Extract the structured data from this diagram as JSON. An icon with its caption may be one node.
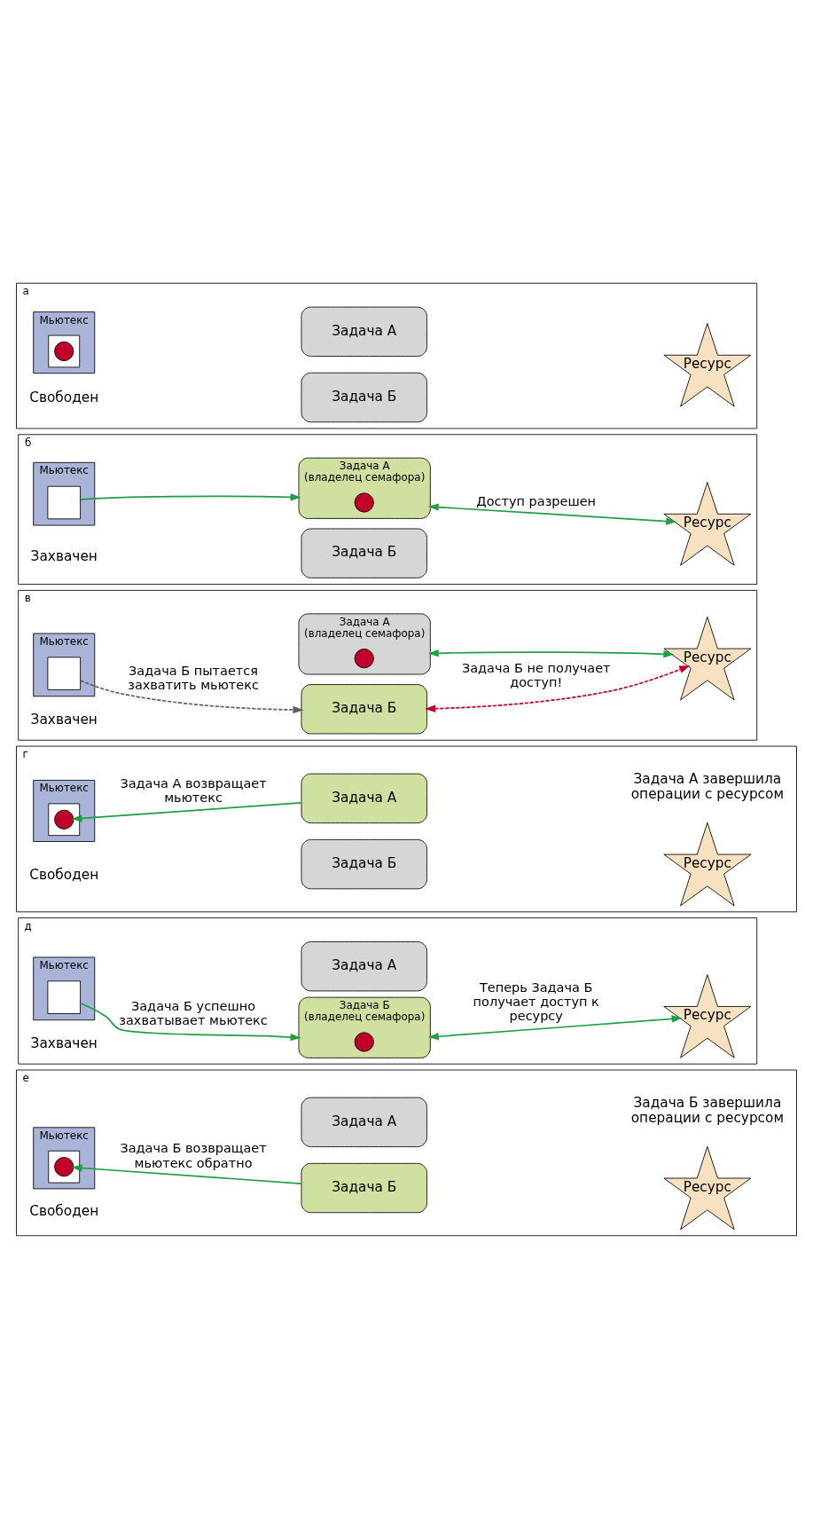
{
  "diagram": {
    "nodes": [
      {
        "text": [
          "а"
        ]
      },
      {
        "text": [
          "Мьютекс"
        ],
        "beside": [
          "Свободен"
        ],
        "in": 0
      },
      {
        "text": [],
        "shape": "box",
        "in": 1
      },
      {
        "text": [],
        "shape": "circle",
        "in": 2
      },
      {
        "text": [
          "Задача А"
        ],
        "in": 0
      },
      {
        "text": [
          "Задача Б"
        ],
        "in": 0
      },
      {
        "text": [
          "Ресурс"
        ],
        "in": 0
      },
      {
        "text": [
          "б"
        ]
      },
      {
        "text": [
          "Мьютекс"
        ],
        "beside": [
          "Захвачен"
        ],
        "in": 7
      },
      {
        "text": [],
        "shape": "box",
        "in": 8
      },
      {
        "text": [
          "Задача А",
          "(владелец семафора)"
        ],
        "in": 7
      },
      {
        "text": [],
        "shape": "circle",
        "in": 10
      },
      {
        "text": [
          "Задача Б"
        ],
        "in": 7
      },
      {
        "text": [
          "Ресурс"
        ],
        "in": 7
      },
      {
        "text": [
          "в"
        ]
      },
      {
        "text": [
          "Мьютекс"
        ],
        "beside": [
          "Захвачен"
        ],
        "in": 14
      },
      {
        "text": [],
        "shape": "box",
        "in": 15
      },
      {
        "text": [
          "Задача А",
          "(владелец семафора)"
        ],
        "in": 14
      },
      {
        "text": [],
        "shape": "circle",
        "in": 17
      },
      {
        "text": [
          "Задача Б"
        ],
        "in": 14
      },
      {
        "text": [
          "Ресурс"
        ],
        "in": 14
      },
      {
        "text": [
          "г"
        ]
      },
      {
        "text": [
          "Мьютекс"
        ],
        "beside": [
          "Свободен"
        ],
        "in": 21
      },
      {
        "text": [],
        "shape": "box",
        "in": 22
      },
      {
        "text": [],
        "shape": "circle",
        "in": 23
      },
      {
        "text": [
          "Задача А"
        ],
        "in": 21
      },
      {
        "text": [
          "Задача Б"
        ],
        "in": 21
      },
      {
        "text": [
          "Ресурс"
        ],
        "in": 21
      },
      {
        "text": [
          "д"
        ]
      },
      {
        "text": [
          "Мьютекс"
        ],
        "beside": [
          "Захвачен"
        ],
        "in": 28
      },
      {
        "text": [],
        "shape": "box",
        "in": 29
      },
      {
        "text": [
          "Задача А"
        ],
        "in": 28
      },
      {
        "text": [
          "Задача Б",
          "(владелец семафора)"
        ],
        "in": 28
      },
      {
        "text": [],
        "shape": "circle",
        "in": 32
      },
      {
        "text": [
          "Ресурс"
        ],
        "in": 28
      },
      {
        "text": [
          "е"
        ]
      },
      {
        "text": [
          "Мьютекс"
        ],
        "beside": [
          "Свободен"
        ],
        "in": 35
      },
      {
        "text": [],
        "shape": "box",
        "in": 36
      },
      {
        "text": [],
        "shape": "circle",
        "in": 37
      },
      {
        "text": [
          "Задача А"
        ],
        "in": 35
      },
      {
        "text": [
          "Задача Б"
        ],
        "in": 35
      },
      {
        "text": [
          "Ресурс"
        ],
        "in": 35
      }
    ],
    "edges": [
      {
        "from": 9,
        "to": 10,
        "arrow": "to"
      },
      {
        "from": 10,
        "to": 13,
        "arrow": "both",
        "label": "Доступ разрешен"
      },
      {
        "from": 16,
        "to": 19,
        "arrow": "to",
        "style": "dashed",
        "color": "#5f5f5f",
        "label": "Задача Б пытается захватить мьютекс"
      },
      {
        "from": 17,
        "to": 20,
        "arrow": "both"
      },
      {
        "from": 19,
        "to": 20,
        "arrow": "both",
        "style": "dashed",
        "color": "#c0002a",
        "label": "Задача Б не получает доступ!"
      },
      {
        "from": 25,
        "to": 24,
        "arrow": "to",
        "label": "Задача А возвращает мьютекс"
      },
      {
        "from": 30,
        "to": 32,
        "arrow": "to",
        "label": "Задача Б успешно захватывает мьютекс"
      },
      {
        "from": 32,
        "to": 34,
        "arrow": "both",
        "label": "Теперь Задача Б получает доступ к ресурсу"
      },
      {
        "from": 40,
        "to": 38,
        "arrow": "to",
        "label": "Задача Б возвращает мьютекс обратно"
      }
    ],
    "labels": [
      "Задача А завершила операции с ресурсом",
      "Задача Б завершила операции с ресурсом"
    ]
  }
}
